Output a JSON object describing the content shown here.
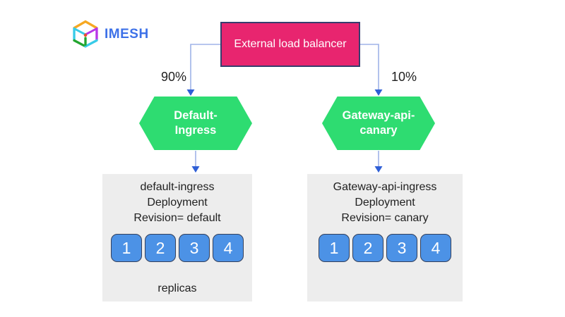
{
  "logo": {
    "brand": "IMESH"
  },
  "diagram": {
    "load_balancer": {
      "label": "External load balancer"
    },
    "left_branch": {
      "traffic_share": "90%",
      "ingress_label": {
        "line1": "Default-",
        "line2": "Ingress"
      },
      "deployment": {
        "lines": [
          "default-ingress",
          "Deployment",
          "Revision= default"
        ],
        "replicas": [
          "1",
          "2",
          "3",
          "4"
        ],
        "replicas_label": "replicas"
      }
    },
    "right_branch": {
      "traffic_share": "10%",
      "ingress_label": {
        "line1": "Gateway-api-",
        "line2": "canary"
      },
      "deployment": {
        "lines": [
          "Gateway-api-ingress",
          "Deployment",
          "Revision= canary"
        ],
        "replicas": [
          "1",
          "2",
          "3",
          "4"
        ]
      }
    },
    "colors": {
      "load_balancer_fill": "#e8256f",
      "load_balancer_border": "#363d6e",
      "ingress_hexagon_fill": "#2edc71",
      "replica_fill": "#4c92e6",
      "replica_border": "#33405c",
      "connector_line": "#9fb3e8",
      "connector_arrow": "#2f5fd6",
      "deployment_panel_fill": "#ededed",
      "brand_blue": "#3d71e8"
    }
  }
}
